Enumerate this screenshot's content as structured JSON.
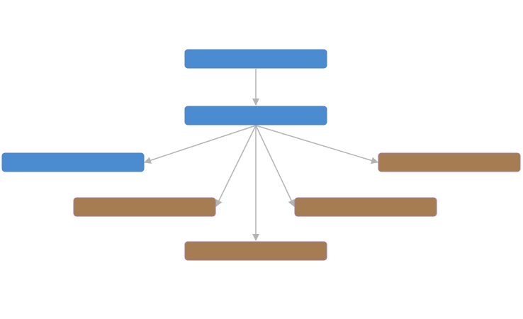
{
  "diagram": {
    "colors": {
      "background": "#ffffff",
      "edge": "#b3b3b3",
      "node_blue": "#4a8ccf",
      "node_blue_border": "#4a7fc0",
      "node_brown": "#a67d53",
      "node_brown_border": "#a07898"
    },
    "nodes": [
      {
        "id": "n1",
        "label": "",
        "fill": "blue"
      },
      {
        "id": "n2",
        "label": "",
        "fill": "blue"
      },
      {
        "id": "n3",
        "label": "",
        "fill": "blue"
      },
      {
        "id": "n4",
        "label": "",
        "fill": "brown"
      },
      {
        "id": "n5",
        "label": "",
        "fill": "brown"
      },
      {
        "id": "n6",
        "label": "",
        "fill": "brown"
      },
      {
        "id": "n7",
        "label": "",
        "fill": "brown"
      }
    ],
    "edges": [
      {
        "from": "n1",
        "to": "n2"
      },
      {
        "from": "n2",
        "to": "n3"
      },
      {
        "from": "n2",
        "to": "n4"
      },
      {
        "from": "n2",
        "to": "n5"
      },
      {
        "from": "n2",
        "to": "n6"
      },
      {
        "from": "n2",
        "to": "n7"
      }
    ]
  }
}
